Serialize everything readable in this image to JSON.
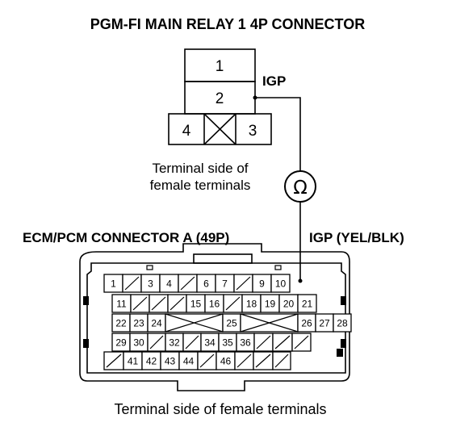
{
  "relay": {
    "title": "PGM-FI MAIN RELAY 1 4P CONNECTOR",
    "pins": {
      "p1": "1",
      "p2": "2",
      "p3": "3",
      "p4": "4"
    },
    "wire_label": "IGP",
    "side_label_1": "Terminal side of",
    "side_label_2": "female terminals"
  },
  "meter": {
    "symbol": "Ω",
    "symbol_icon": "ohmmeter-icon"
  },
  "ecm": {
    "title": "ECM/PCM CONNECTOR A (49P)",
    "wire_label": "IGP (YEL/BLK)",
    "side_label": "Terminal side of female terminals",
    "rows": [
      [
        "1",
        "",
        "3",
        "4",
        "",
        "6",
        "7",
        "",
        "9",
        "10"
      ],
      [
        "11",
        "",
        "",
        "",
        "15",
        "16",
        "",
        "18",
        "19",
        "20",
        "21"
      ],
      [
        "22",
        "23",
        "24",
        "",
        "25",
        "",
        "26",
        "27",
        "28"
      ],
      [
        "29",
        "30",
        "",
        "32",
        "",
        "34",
        "35",
        "36",
        "",
        "",
        ""
      ],
      [
        "",
        "41",
        "42",
        "43",
        "44",
        "",
        "46",
        "",
        "",
        ""
      ]
    ]
  }
}
